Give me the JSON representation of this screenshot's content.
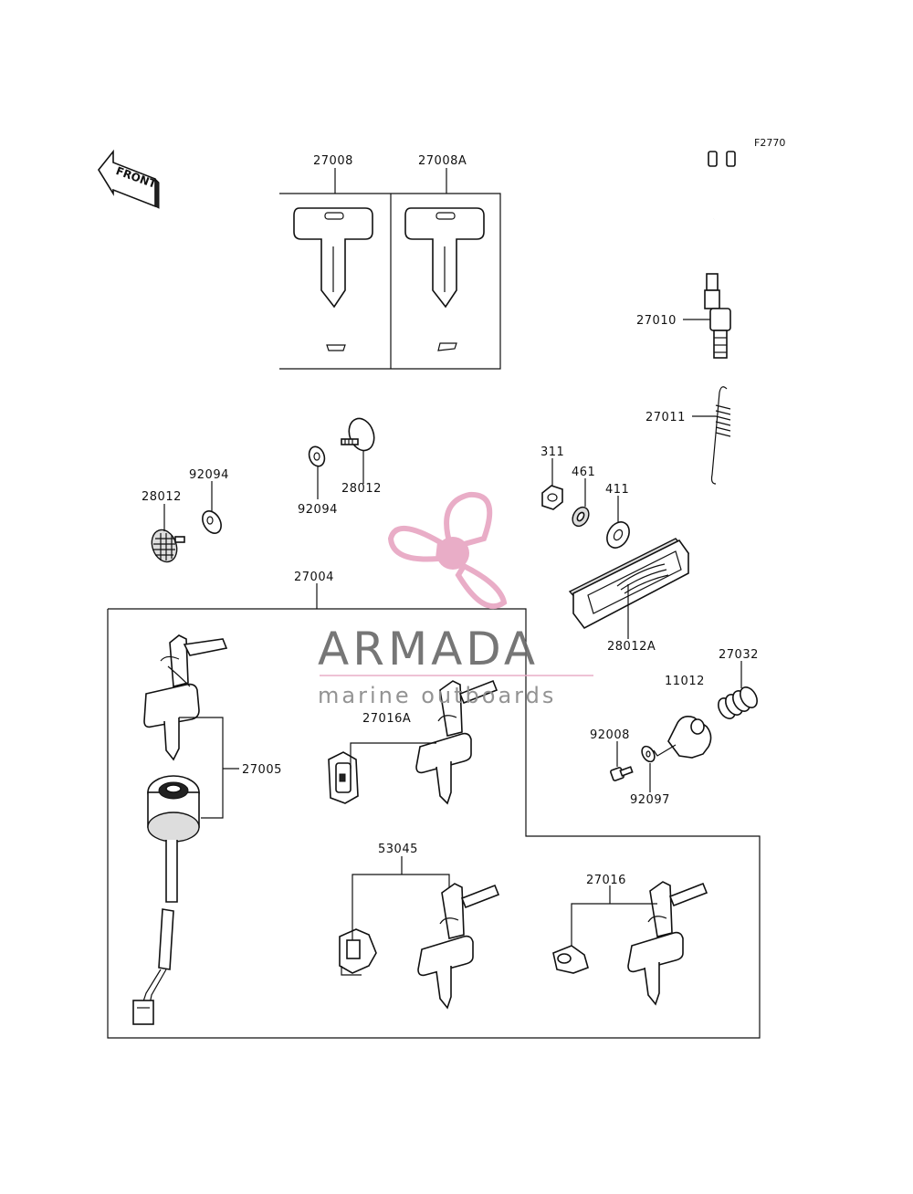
{
  "figure_code": "F2770",
  "front_label": "FRONT",
  "labels": {
    "p27008": "27008",
    "p27008A": "27008A",
    "p27010": "27010",
    "p27011": "27011",
    "p311": "311",
    "p461": "461",
    "p411": "411",
    "p28012_center": "28012",
    "p92094_center": "92094",
    "p92094_left": "92094",
    "p28012_left": "28012",
    "p27004": "27004",
    "p28012A": "28012A",
    "p27032": "27032",
    "p11012": "11012",
    "p92008": "92008",
    "p92097": "92097",
    "p27005": "27005",
    "p27016A": "27016A",
    "p53045": "53045",
    "p27016": "27016"
  },
  "watermark": {
    "brand": "ARMADA",
    "tagline": "marine outboards",
    "logo_color": "#e8a7c3"
  }
}
